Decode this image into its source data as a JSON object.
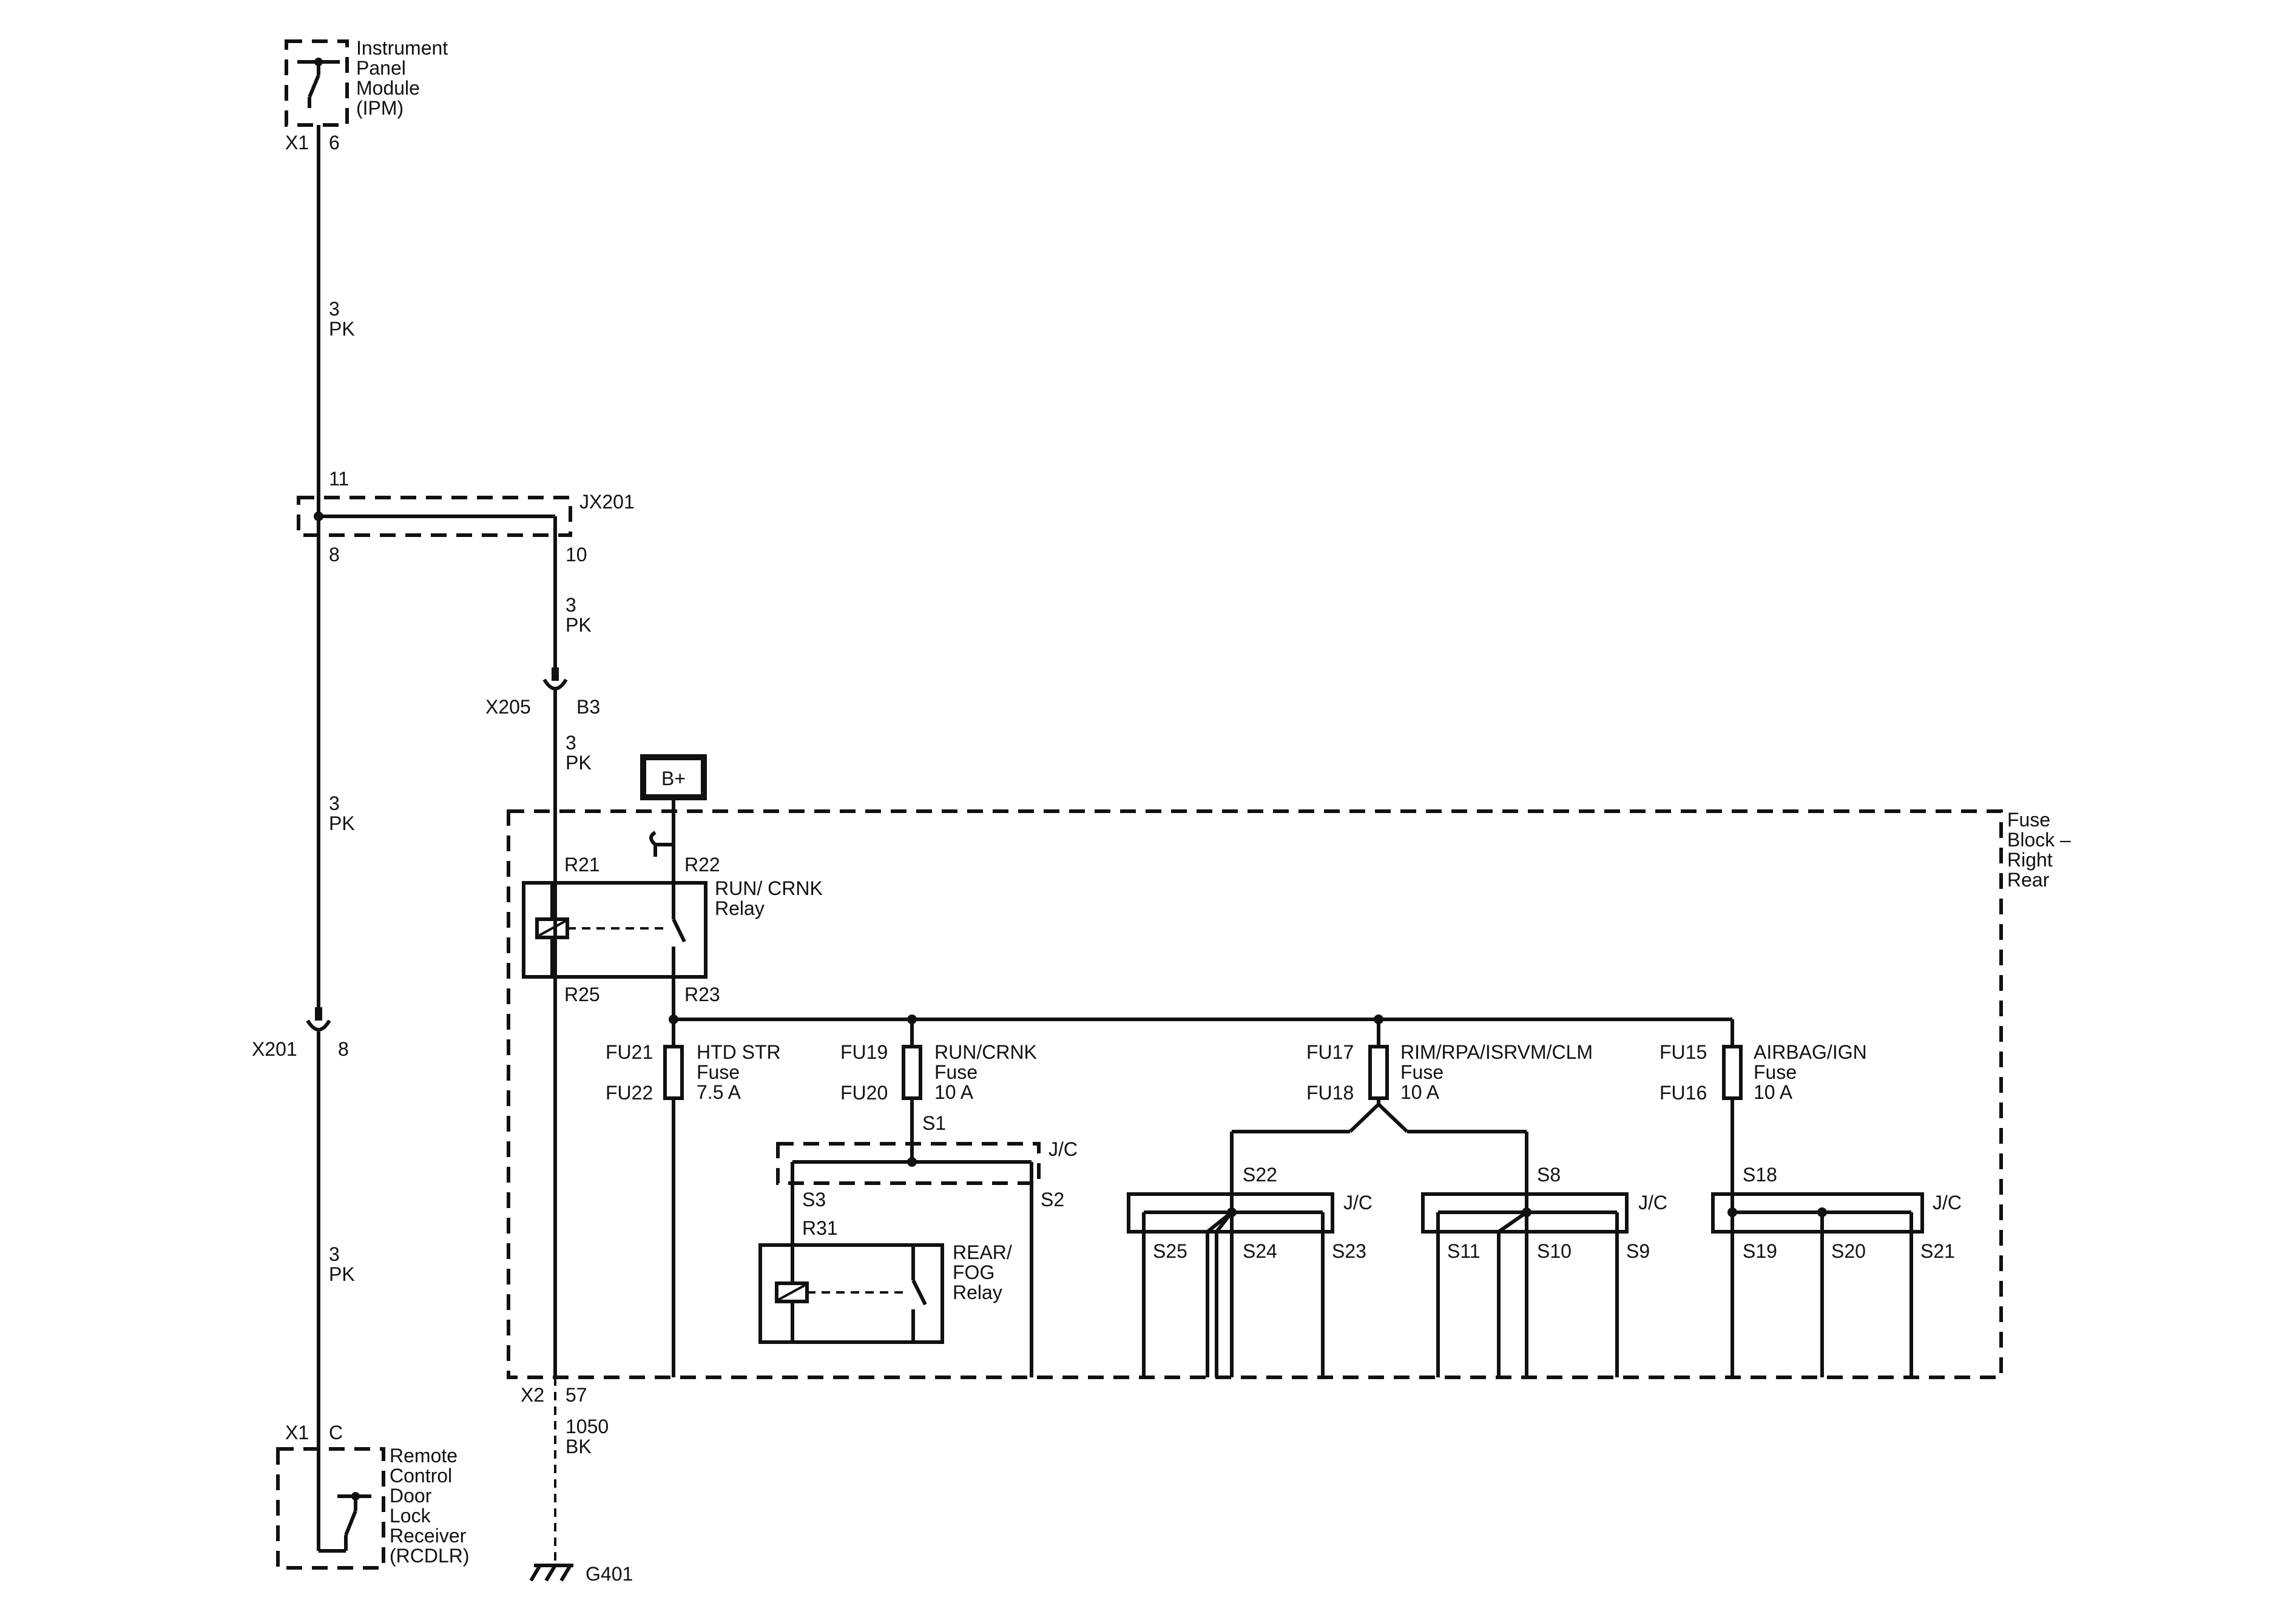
{
  "components": {
    "ipm": {
      "lines": [
        "Instrument",
        "Panel",
        "Module",
        "(IPM)"
      ],
      "conn": "X1",
      "pin": "6"
    },
    "rcdlr": {
      "lines": [
        "Remote",
        "Control",
        "Door",
        "Lock",
        "Receiver",
        "(RCDLR)"
      ],
      "conn": "X1",
      "pin": "C"
    },
    "fuse_block": {
      "lines": [
        "Fuse",
        "Block –",
        "Right",
        "Rear"
      ]
    },
    "ground": {
      "label": "G401"
    },
    "battery": {
      "label": "B+"
    }
  },
  "wires": {
    "ipm_to_jx": {
      "gauge": "3",
      "color": "PK"
    },
    "jx_to_x205": {
      "gauge": "3",
      "color": "PK"
    },
    "x205_to_block": {
      "gauge": "3",
      "color": "PK"
    },
    "jx_to_x201": {
      "gauge": "3",
      "color": "PK"
    },
    "x201_to_rcdlr": {
      "gauge": "3",
      "color": "PK"
    },
    "ground": {
      "gauge": "1050",
      "color": "BK"
    }
  },
  "connectors": {
    "jx201": {
      "name": "JX201",
      "pin_in": "11",
      "pin_out_left": "8",
      "pin_out_right": "10"
    },
    "x205": {
      "name": "X205",
      "pin": "B3"
    },
    "x201": {
      "name": "X201",
      "pin": "8"
    },
    "x2": {
      "name": "X2",
      "pin": "57"
    }
  },
  "relays": {
    "run_crnk": {
      "lines": [
        "RUN/ CRNK",
        "Relay"
      ],
      "pins": {
        "r21": "R21",
        "r22": "R22",
        "r25": "R25",
        "r23": "R23"
      }
    },
    "rear_fog": {
      "lines": [
        "REAR/",
        "FOG",
        "Relay"
      ],
      "pin": "R31"
    }
  },
  "fuses": [
    {
      "top": "FU21",
      "bottom": "FU22",
      "lines": [
        "HTD STR",
        "Fuse",
        "7.5 A"
      ]
    },
    {
      "top": "FU19",
      "bottom": "FU20",
      "lines": [
        "RUN/CRNK",
        "Fuse",
        "10 A"
      ]
    },
    {
      "top": "FU17",
      "bottom": "FU18",
      "lines": [
        "RIM/RPA/ISRVM/CLM",
        "Fuse",
        "10 A"
      ]
    },
    {
      "top": "FU15",
      "bottom": "FU16",
      "lines": [
        "AIRBAG/IGN",
        "Fuse",
        "10 A"
      ]
    }
  ],
  "splices": {
    "jc1": {
      "label": "J/C",
      "s_in": "S1",
      "s_left": "S3",
      "s_right": "S2"
    },
    "jc2": {
      "label": "J/C",
      "s_in": "S22",
      "outs": [
        "S25",
        "S24",
        "S23"
      ]
    },
    "jc3": {
      "label": "J/C",
      "s_in": "S8",
      "outs": [
        "S11",
        "S10",
        "S9"
      ]
    },
    "jc4": {
      "label": "J/C",
      "s_in": "S18",
      "outs": [
        "S19",
        "S20",
        "S21"
      ]
    }
  }
}
